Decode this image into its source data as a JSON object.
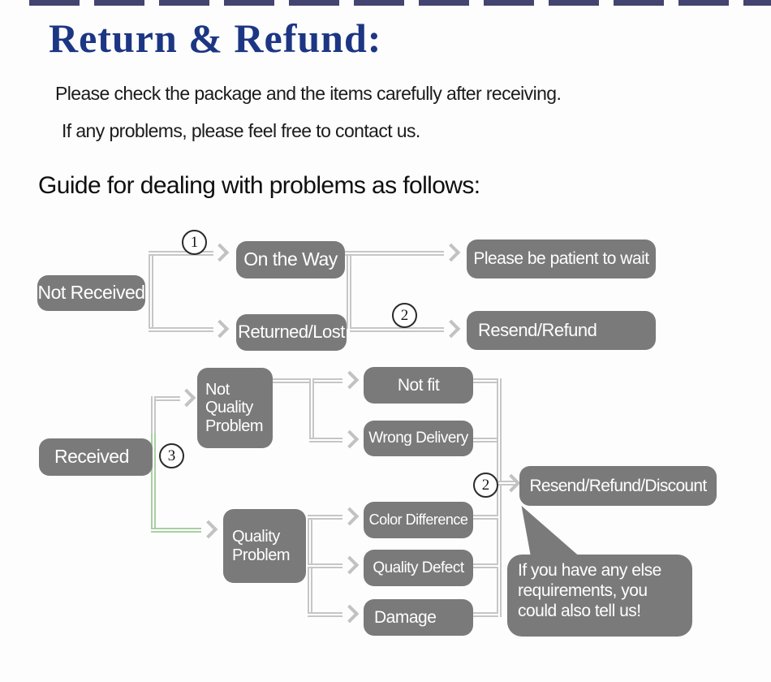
{
  "header": {
    "title": "Return & Refund:",
    "intro_line1": "Please check the package and the items carefully after receiving.",
    "intro_line2": "If any problems, please feel free to contact us.",
    "guide_heading": "Guide for dealing with problems as follows:"
  },
  "flow": {
    "badges": {
      "step1": "1",
      "step2_top": "2",
      "step3": "3",
      "step2_bottom": "2"
    },
    "nodes": {
      "not_received": "Not Received",
      "on_the_way": "On the Way",
      "returned_lost": "Returned/Lost",
      "please_wait": "Please be patient to wait",
      "resend_refund": "Resend/Refund",
      "received": "Received",
      "not_quality_problem": "Not Quality Problem",
      "not_fit": "Not fit",
      "wrong_delivery": "Wrong Delivery",
      "quality_problem": "Quality Problem",
      "color_difference": "Color Difference",
      "quality_defect": "Quality Defect",
      "damage": "Damage",
      "resend_refund_discount": "Resend/Refund/Discount",
      "bubble_note": "If you have any else requirements, you could also tell us!"
    },
    "edges": [
      "Not Received -(1)-> On the Way",
      "Not Received -> Returned/Lost",
      "On the Way -> Please be patient to wait",
      "Returned/Lost -(2)-> Resend/Refund",
      "Received -(3)-> Not Quality Problem",
      "Received -(3, green)-> Quality Problem",
      "Not Quality Problem -> Not fit",
      "Not Quality Problem -> Wrong Delivery",
      "Quality Problem -> Color Difference",
      "Quality Problem -> Quality Defect",
      "Quality Problem -> Damage",
      "Not fit + Wrong Delivery + Color Difference + Quality Defect + Damage -(2)-> Resend/Refund/Discount",
      "Resend/Refund/Discount -> bubble_note"
    ]
  },
  "colors": {
    "title_navy": "#1c3684",
    "node_gray": "#7a7a7a",
    "node_text": "#ffffff",
    "line_gray": "#c6c6c6",
    "line_green": "#a9cfa3",
    "body_text": "#1b1b1b",
    "background": "#fdfdfd"
  }
}
